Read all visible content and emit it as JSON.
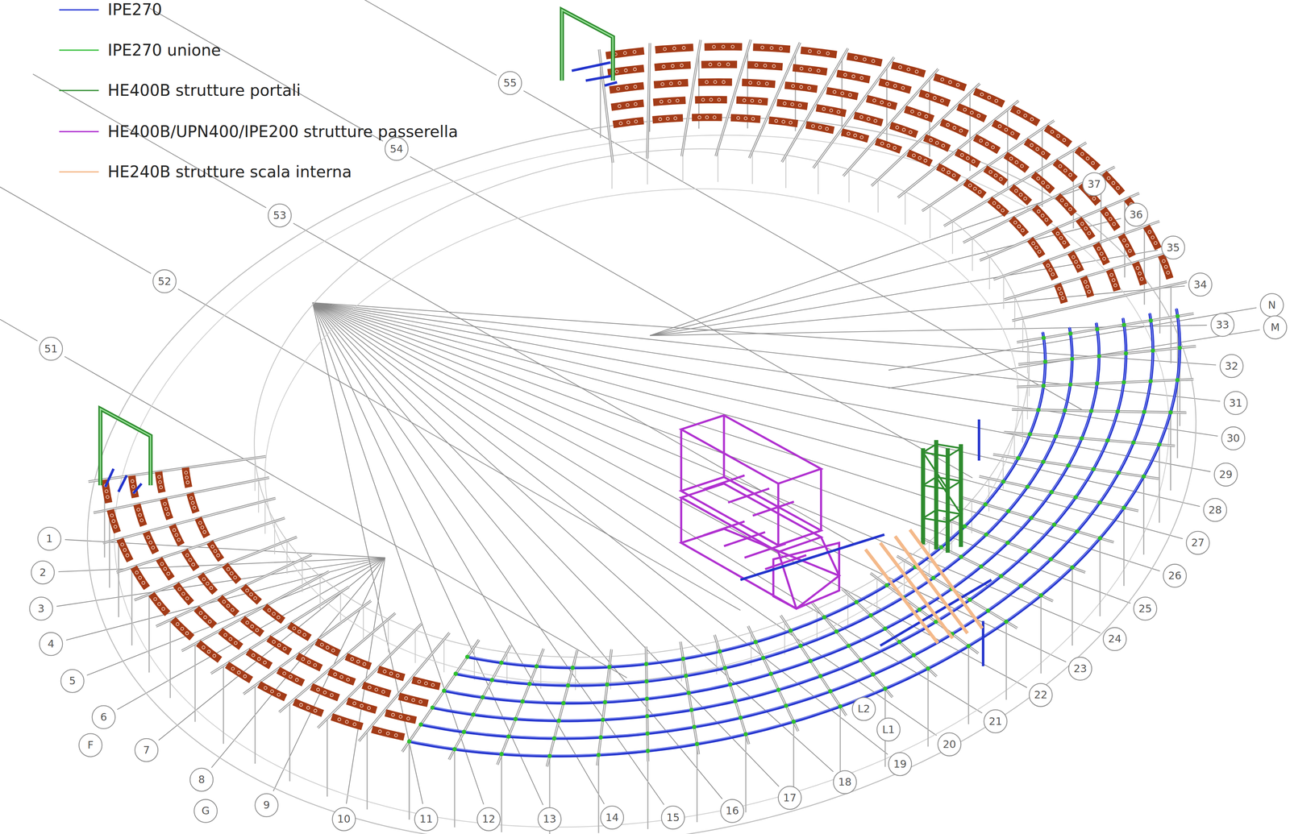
{
  "diagram": {
    "labels": [
      "1",
      "2",
      "3",
      "4",
      "5",
      "6",
      "F",
      "7",
      "8",
      "G",
      "9",
      "10",
      "11",
      "12",
      "13",
      "14",
      "15",
      "16",
      "17",
      "18",
      "19",
      "20",
      "21",
      "22",
      "23",
      "24",
      "25",
      "26",
      "27",
      "28",
      "29",
      "30",
      "31",
      "32",
      "33",
      "34",
      "35",
      "36",
      "37",
      "N",
      "M",
      "L2",
      "L1",
      "51",
      "52",
      "53",
      "54",
      "55"
    ],
    "legend": [
      {
        "text": "IPE270"
      },
      {
        "text": "IPE270 unione"
      },
      {
        "text": "HE400B strutture portali"
      },
      {
        "text": "HE400B/UPN400/IPE200 strutture passerella"
      },
      {
        "text": "HE240B strutture scala interna"
      }
    ]
  }
}
